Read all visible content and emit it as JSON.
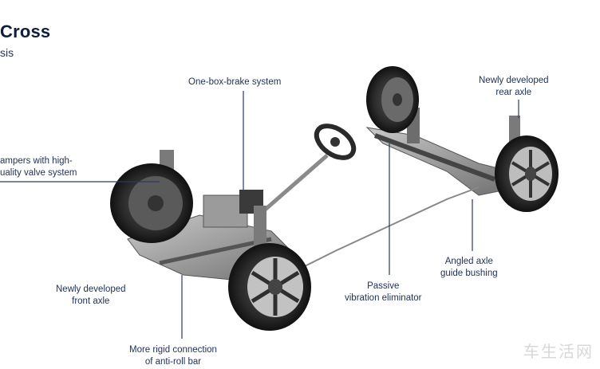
{
  "header": {
    "title": "Cross",
    "subtitle": "sis"
  },
  "callouts": {
    "brake": "One-box-brake system",
    "rear_axle_1": "Newly developed",
    "rear_axle_2": "rear axle",
    "dampers_1": "ampers with high-",
    "dampers_2": "uality valve system",
    "front_axle_1": "Newly developed",
    "front_axle_2": "front axle",
    "passive_1": "Passive",
    "passive_2": "vibration eliminator",
    "bushing_1": "Angled axle",
    "bushing_2": "guide bushing",
    "antiroll_1": "More rigid connection",
    "antiroll_2": "of anti-roll bar"
  },
  "watermark": "车生活网",
  "colors": {
    "text": "#1f2f55",
    "title": "#0f1e3d",
    "leader": "#2b3a63",
    "tire": "#2a2a2a",
    "metal": "#9a9a9a"
  }
}
